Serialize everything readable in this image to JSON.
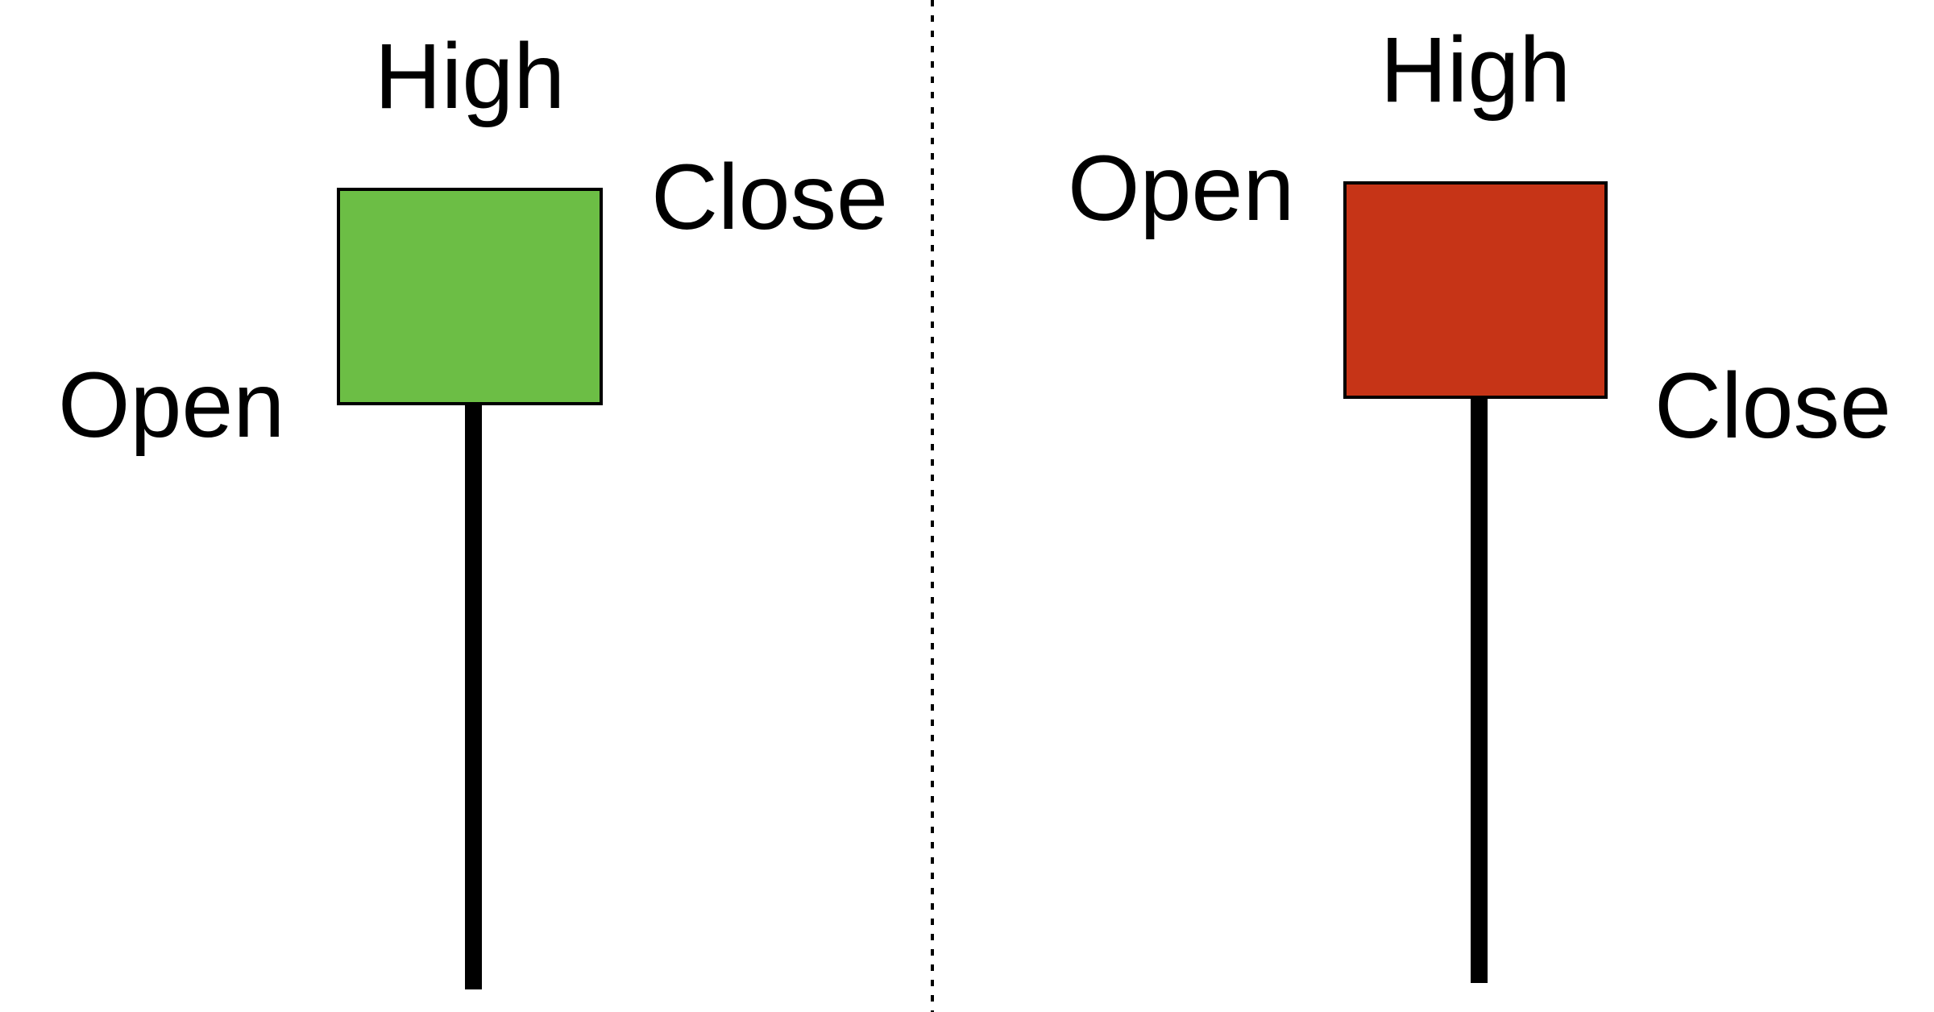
{
  "colors": {
    "background": "#FFFFFF",
    "bullish_body": "#6CBE45",
    "bearish_body": "#C63417",
    "outline": "#000000",
    "wick": "#000000",
    "divider": "#000000"
  },
  "bullish_candle": {
    "high_label": "High",
    "close_label": "Close",
    "open_label": "Open"
  },
  "bearish_candle": {
    "high_label": "High",
    "open_label": "Open",
    "close_label": "Close"
  }
}
